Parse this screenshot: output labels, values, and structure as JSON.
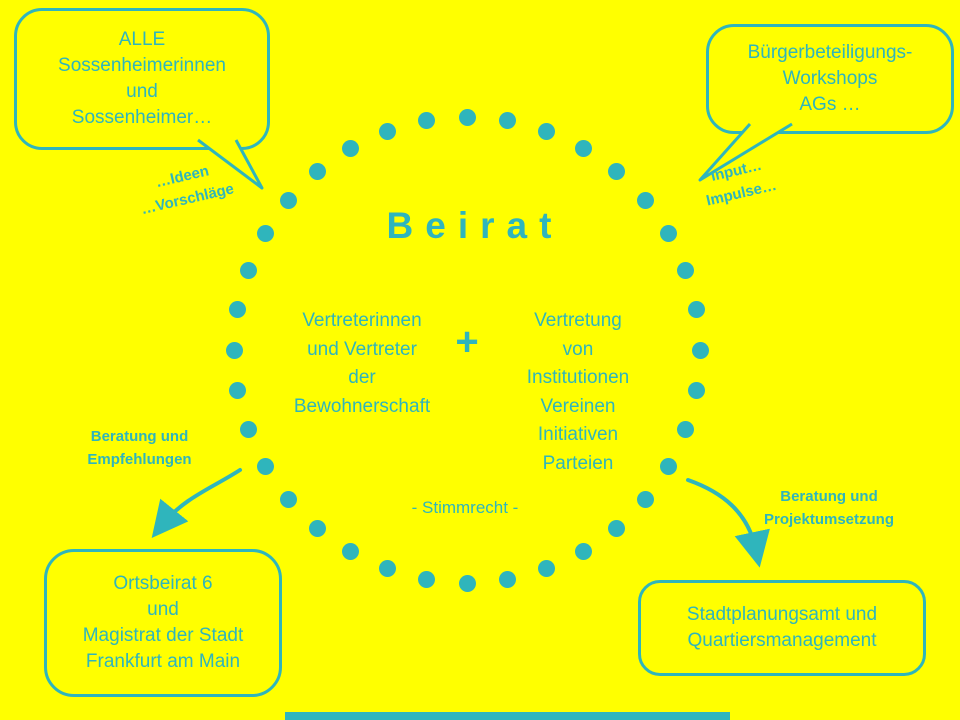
{
  "colors": {
    "background": "#FFFF00",
    "accent": "#2FB5BC"
  },
  "diagram": {
    "title": "Beirat",
    "plus": "+",
    "left_group": "Vertreterinnen\nund Vertreter\nder\nBewohnerschaft",
    "right_group": "Vertretung\nvon\nInstitutionen\nVereinen\nInitiativen\nParteien",
    "voting_note": "- Stimmrecht -"
  },
  "bubbles": {
    "top_left": "ALLE\nSossenheimerinnen\nund\nSossenheimer…",
    "top_right": "Bürgerbeteiligungs-\nWorkshops\nAGs …",
    "bottom_left": "Ortsbeirat 6\nund\nMagistrat der Stadt\nFrankfurt am Main",
    "bottom_right": "Stadtplanungsamt und\nQuartiersmanagement"
  },
  "labels": {
    "ideas": "…Ideen\n…Vorschläge",
    "input": "Input…\nImpulse…",
    "advice_left": "Beratung und\nEmpfehlungen",
    "advice_right": "Beratung und\nProjektumsetzung"
  },
  "circle": {
    "dot_count": 36
  }
}
